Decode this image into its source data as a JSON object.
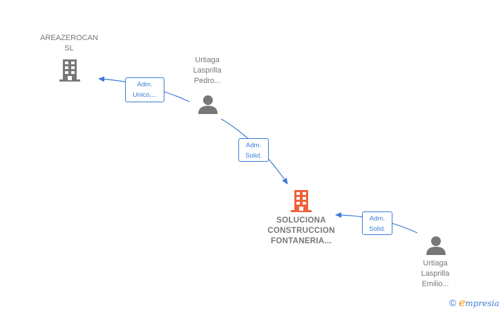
{
  "nodes": {
    "areazerocan": {
      "type": "company",
      "icon": "building-icon",
      "color": "#777777",
      "lines": [
        "AREAZEROCAN",
        "SL"
      ]
    },
    "pedro": {
      "type": "person",
      "icon": "person-icon",
      "color": "#777777",
      "lines": [
        "Urtiaga",
        "Lasprilla",
        "Pedro..."
      ]
    },
    "soluciona": {
      "type": "company",
      "icon": "building-icon",
      "color": "#f0603a",
      "lines": [
        "SOLUCIONA",
        "CONSTRUCCION",
        "FONTANERIA..."
      ]
    },
    "emilio": {
      "type": "person",
      "icon": "person-icon",
      "color": "#777777",
      "lines": [
        "Urtiaga",
        "Lasprilla",
        "Emilio..."
      ]
    }
  },
  "edges": [
    {
      "from": "pedro",
      "to": "areazerocan",
      "lines": [
        "Adm.",
        "Unico,..."
      ]
    },
    {
      "from": "pedro",
      "to": "soluciona",
      "lines": [
        "Adm.",
        "Solid."
      ]
    },
    {
      "from": "emilio",
      "to": "soluciona",
      "lines": [
        "Adm.",
        "Solid."
      ]
    }
  ],
  "colors": {
    "edge": "#3a7bd5",
    "label_text": "#777777",
    "main_company": "#f0603a"
  },
  "brand": {
    "copyright": "©",
    "initial": "e",
    "rest": "mpresia"
  }
}
